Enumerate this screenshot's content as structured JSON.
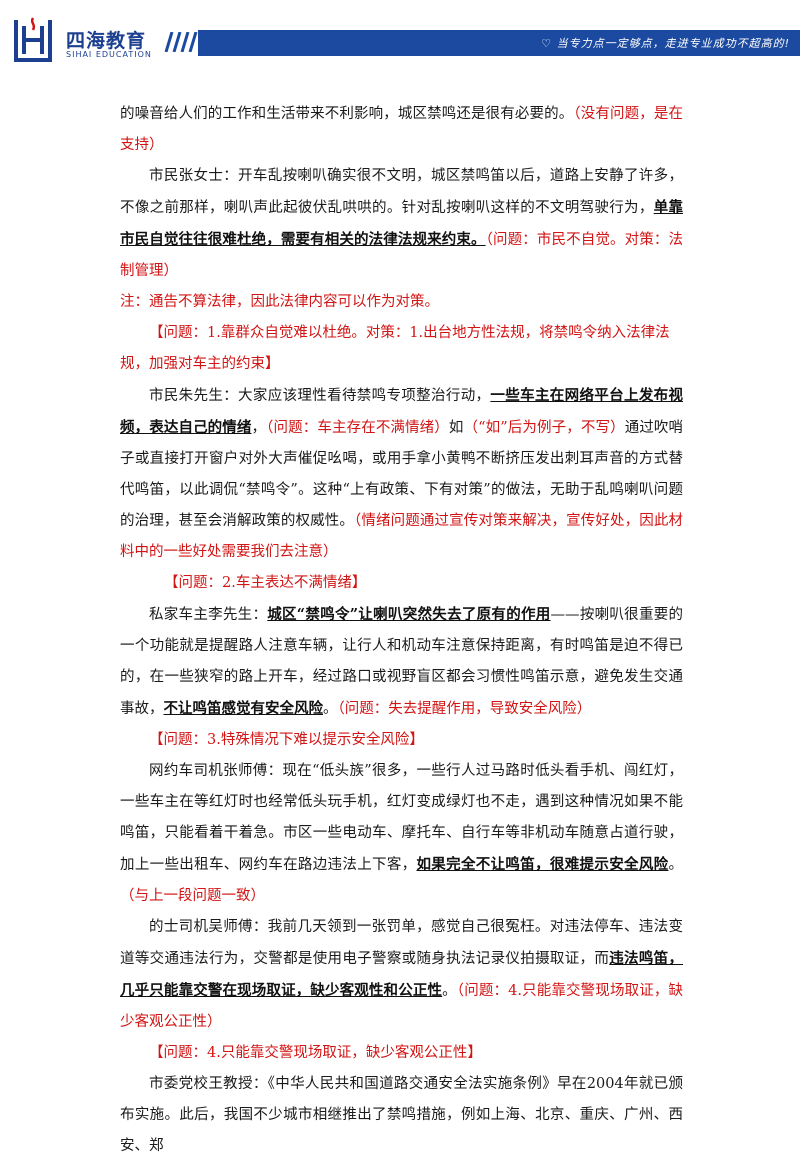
{
  "header": {
    "logo_cn": "四海教育",
    "logo_en": "SIHAI EDUCATION",
    "slogan": "♡ 当专力点一定够点，走进专业成功不超高的!"
  },
  "colors": {
    "brand_blue": "#1c4aa0",
    "note_red": "#d21414"
  },
  "content": {
    "p1": {
      "t1": "的噪音给人们的工作和生活带来不利影响，城区禁鸣还是很有必要的。",
      "note": "（没有问题，是在支持）"
    },
    "p2": {
      "t1": "市民张女士：开车乱按喇叭确实很不文明，城区禁鸣笛以后，道路上安静了许多，不像之前那样，喇叭声此起彼伏乱哄哄的。针对乱按喇叭这样的不文明驾驶行为，",
      "ub": "单靠市民自觉往往很难杜绝，需要有相关的法律法规来约束。",
      "note": "（问题：市民不自觉。对策：法制管理）"
    },
    "p3": {
      "note": "注：通告不算法律，因此法律内容可以作为对策。"
    },
    "issue1": "【问题：1.靠群众自觉难以杜绝。对策：1.出台地方性法规，将禁鸣令纳入法律法规，加强对车主的约束】",
    "p4": {
      "t1": "市民朱先生：大家应该理性看待禁鸣专项整治行动，",
      "ub": "一些车主在网络平台上发布视频，表达自己的情绪",
      "t2": "，",
      "note1": "（问题：车主存在不满情绪）",
      "t3": "如",
      "note2": "（“如”后为例子，不写）",
      "t4": "通过吹哨子或直接打开窗户对外大声催促吆喝，或用手拿小黄鸭不断挤压发出刺耳声音的方式替代鸣笛，以此调侃“禁鸣令”。这种“上有政策、下有对策”的做法，无助于乱鸣喇叭问题的治理，甚至会消解政策的权威性。",
      "note3": "（情绪问题通过宣传对策来解决，宣传好处，因此材料中的一些好处需要我们去注意）"
    },
    "issue2": "【问题：2.车主表达不满情绪】",
    "p5": {
      "t1": "私家车主李先生：",
      "ub1": "城区“禁鸣令”让喇叭突然失去了原有的作用",
      "t2": "——按喇叭很重要的一个功能就是提醒路人注意车辆，让行人和机动车注意保持距离，有时鸣笛是迫不得已的，在一些狭窄的路上开车，经过路口或视野盲区都会习惯性鸣笛示意，避免发生交通事故，",
      "ub2": "不让鸣笛感觉有安全风险",
      "t3": "。",
      "note": "（问题：失去提醒作用，导致安全风险）"
    },
    "issue3": "【问题：3.特殊情况下难以提示安全风险】",
    "p6": {
      "t1": "网约车司机张师傅：现在“低头族”很多，一些行人过马路时低头看手机、闯红灯，一些车主在等红灯时也经常低头玩手机，红灯变成绿灯也不走，遇到这种情况如果不能鸣笛，只能看着干着急。市区一些电动车、摩托车、自行车等非机动车随意占道行驶，加上一些出租车、网约车在路边违法上下客，",
      "ub": "如果完全不让鸣笛，很难提示安全风险",
      "t2": "。",
      "note": "（与上一段问题一致）"
    },
    "p7": {
      "t1": "的士司机吴师傅：我前几天领到一张罚单，感觉自己很冤枉。对违法停车、违法变道等交通违法行为，交警都是使用电子警察或随身执法记录仪拍摄取证，而",
      "ub": "违法鸣笛，几乎只能靠交警在现场取证，缺少客观性和公正性",
      "t2": "。",
      "note": "（问题：4.只能靠交警现场取证，缺少客观公正性）"
    },
    "issue4": "【问题：4.只能靠交警现场取证，缺少客观公正性】",
    "p8": {
      "t1": "市委党校王教授：《中华人民共和国道路交通安全法实施条例》早在2004年就已颁布实施。此后，我国不少城市相继推出了禁鸣措施，例如上海、北京、重庆、广州、西安、郑"
    }
  }
}
